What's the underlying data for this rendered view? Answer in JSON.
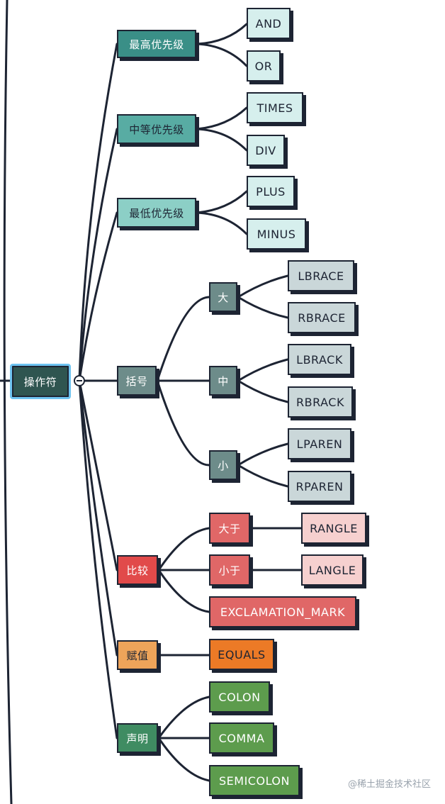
{
  "root": {
    "label": "操作符"
  },
  "groups": {
    "highest": {
      "label": "最高优先级",
      "items": [
        "AND",
        "OR"
      ]
    },
    "middle": {
      "label": "中等优先级",
      "items": [
        "TIMES",
        "DIV"
      ]
    },
    "lowest": {
      "label": "最低优先级",
      "items": [
        "PLUS",
        "MINUS"
      ]
    },
    "brackets": {
      "label": "括号",
      "big": {
        "label": "大",
        "items": [
          "LBRACE",
          "RBRACE"
        ]
      },
      "mid": {
        "label": "中",
        "items": [
          "LBRACK",
          "RBRACK"
        ]
      },
      "small": {
        "label": "小",
        "items": [
          "LPAREN",
          "RPAREN"
        ]
      }
    },
    "compare": {
      "label": "比较",
      "greater": {
        "label": "大于",
        "item": "RANGLE"
      },
      "less": {
        "label": "小于",
        "item": "LANGLE"
      },
      "exclamation": "EXCLAMATION_MARK"
    },
    "assign": {
      "label": "赋值",
      "item": "EQUALS"
    },
    "declare": {
      "label": "声明",
      "items": [
        "COLON",
        "COMMA",
        "SEMICOLON"
      ]
    }
  },
  "watermark": "@稀土掘金技术社区",
  "colors": {
    "line": "#1d2433",
    "root_border": "#6ec3f0",
    "teal": "#3a8f87",
    "grey": "#6d8c8a",
    "red": "#e14a4a",
    "orange": "#ec7a26",
    "green": "#5d9c4d"
  }
}
